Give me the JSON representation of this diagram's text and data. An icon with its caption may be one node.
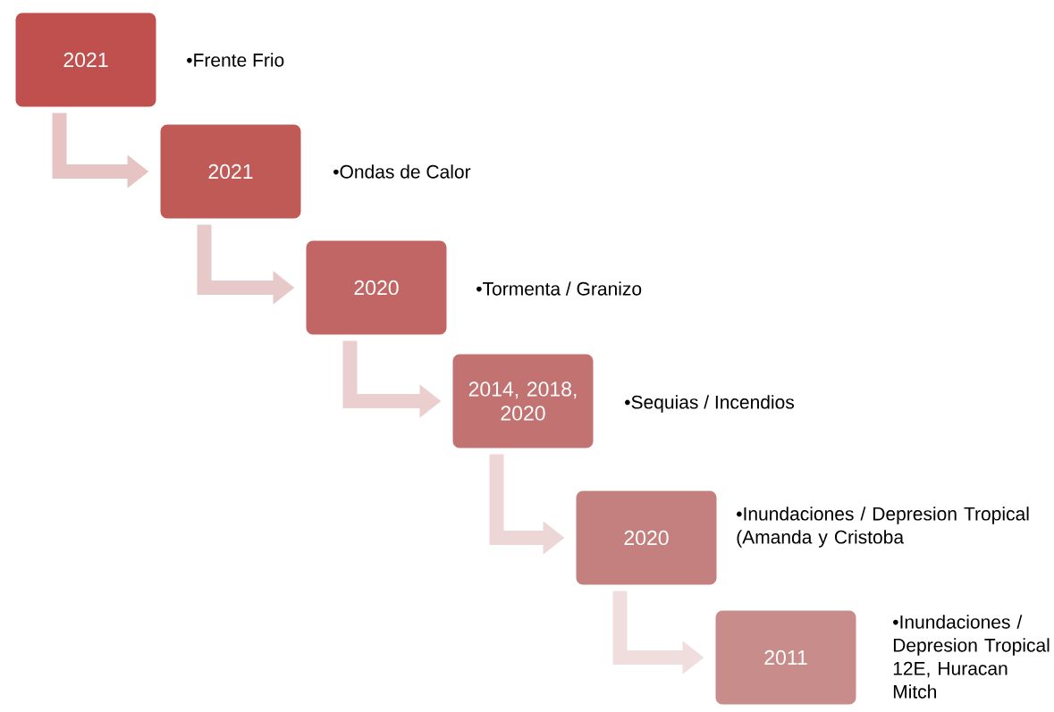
{
  "diagram": {
    "nodes": [
      {
        "text": [
          "2021"
        ],
        "beside": [
          "•Frente Frio"
        ]
      },
      {
        "text": [
          "2021"
        ],
        "beside": [
          "•Ondas de Calor"
        ]
      },
      {
        "text": [
          "2020"
        ],
        "beside": [
          "•Tormenta / Granizo"
        ]
      },
      {
        "text": [
          "2014, 2018, 2020"
        ],
        "beside": [
          "•Sequias / Incendios"
        ]
      },
      {
        "text": [
          "2020"
        ],
        "beside": [
          "•Inundaciones / Depresion Tropical (Amanda y Cristoba"
        ]
      },
      {
        "text": [
          "2011"
        ],
        "beside": [
          "•Inundaciones / Depresion Tropical 12E, Huracan Mitch"
        ]
      }
    ],
    "edges": [
      {
        "from": 0,
        "to": 1,
        "arrow": "to"
      },
      {
        "from": 1,
        "to": 2,
        "arrow": "to"
      },
      {
        "from": 2,
        "to": 3,
        "arrow": "to"
      },
      {
        "from": 3,
        "to": 4,
        "arrow": "to"
      },
      {
        "from": 4,
        "to": 5,
        "arrow": "to"
      }
    ]
  }
}
